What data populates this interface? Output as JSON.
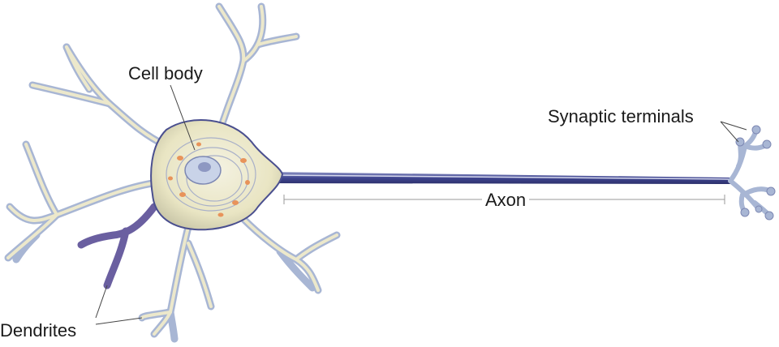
{
  "labels": {
    "cell_body": "Cell body",
    "synaptic_terminals": "Synaptic terminals",
    "axon": "Axon",
    "dendrites": "Dendrites"
  },
  "colors": {
    "membrane_fill": "#ebe7c8",
    "membrane_edge": "#9aa8c8",
    "dendrite_stroke": "#a9b8d6",
    "dendrite_core": "#e8e4c6",
    "axon": "#4a4f8f",
    "nucleus": "#c9d3e8",
    "organelle": "#e8935a",
    "leader_line": "#444444"
  }
}
